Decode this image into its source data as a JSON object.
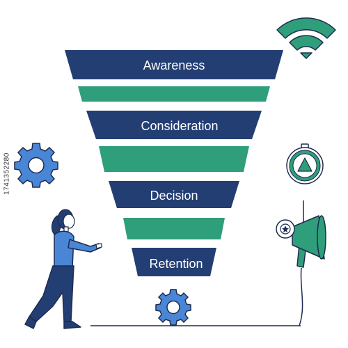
{
  "funnel": {
    "stages": [
      "Awareness",
      "Consideration",
      "Decision",
      "Retention"
    ]
  },
  "image_id": "1741352280",
  "icons": [
    "wifi-icon",
    "gear-icon",
    "compass-icon",
    "megaphone-icon",
    "woman-pointing-figure"
  ],
  "colors": {
    "navy": "#233e73",
    "green": "#2f9e7a",
    "blue": "#4a86d6",
    "outline": "#1d2b4f",
    "white": "#ffffff"
  }
}
